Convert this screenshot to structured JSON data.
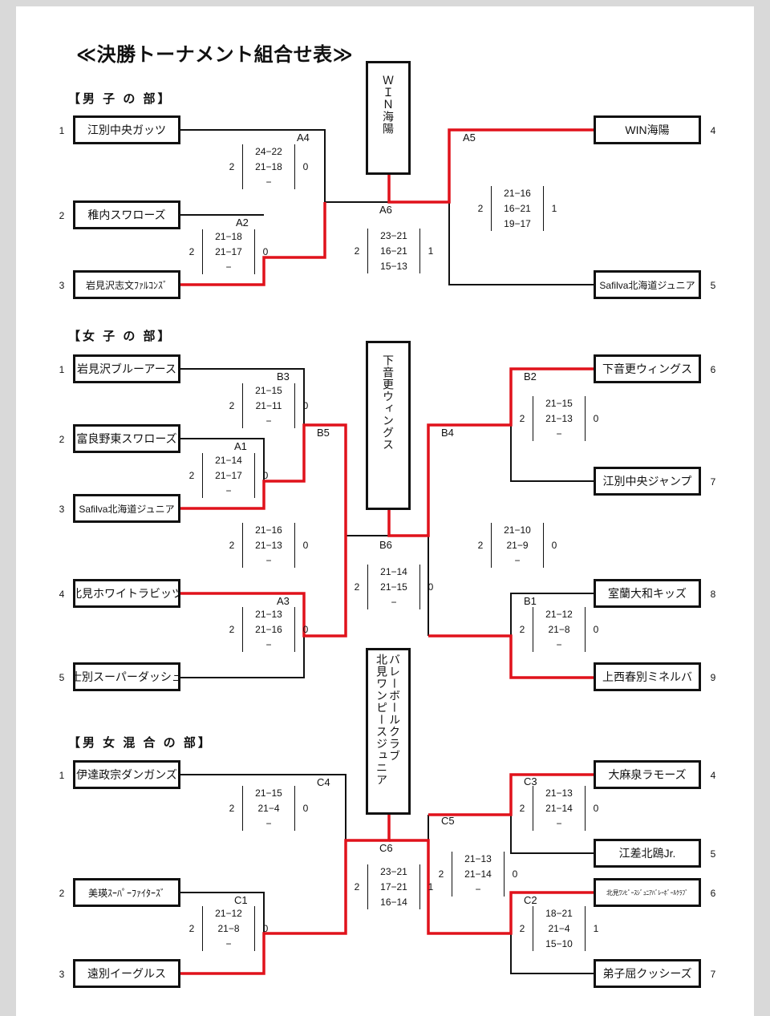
{
  "title": "≪決勝トーナメント組合せ表≫",
  "sections": {
    "boys": "【男 子 の 部】",
    "girls": "【女 子 の 部】",
    "mixed": "【男 女 混 合 の 部】"
  },
  "boys": {
    "teams": [
      {
        "seed": "1",
        "name": "江別中央ガッツ"
      },
      {
        "seed": "2",
        "name": "稚内スワローズ"
      },
      {
        "seed": "3",
        "name": "岩見沢志文ﾌｧﾙｺﾝｽﾞ"
      },
      {
        "seed": "4",
        "name": "WIN海陽"
      },
      {
        "seed": "5",
        "name": "Safilva北海道ジュニア"
      }
    ],
    "matches": {
      "A4": {
        "code": "A4",
        "left": "2",
        "sets": [
          "24−22",
          "21−18",
          "−"
        ],
        "right": "0"
      },
      "A2": {
        "code": "A2",
        "left": "2",
        "sets": [
          "21−18",
          "21−17",
          "−"
        ],
        "right": "0"
      },
      "A6": {
        "code": "A6",
        "left": "2",
        "sets": [
          "23−21",
          "16−21",
          "15−13"
        ],
        "right": "1"
      },
      "A5": {
        "code": "A5",
        "left": "2",
        "sets": [
          "21−16",
          "16−21",
          "19−17"
        ],
        "right": "1"
      }
    },
    "champion": "ＷＩＮ海陽"
  },
  "girls": {
    "teams": [
      {
        "seed": "1",
        "name": "岩見沢ブルーアース"
      },
      {
        "seed": "2",
        "name": "富良野東スワローズ"
      },
      {
        "seed": "3",
        "name": "Safilva北海道ジュニア"
      },
      {
        "seed": "4",
        "name": "北見ホワイトラビッツ"
      },
      {
        "seed": "5",
        "name": "士別スーパーダッシュ"
      },
      {
        "seed": "6",
        "name": "下音更ウィングス"
      },
      {
        "seed": "7",
        "name": "江別中央ジャンプ"
      },
      {
        "seed": "8",
        "name": "室蘭大和キッズ"
      },
      {
        "seed": "9",
        "name": "上西春別ミネルバ"
      }
    ],
    "matches": {
      "B3": {
        "code": "B3",
        "left": "2",
        "sets": [
          "21−15",
          "21−11",
          "−"
        ],
        "right": "0"
      },
      "A1": {
        "code": "A1",
        "left": "2",
        "sets": [
          "21−14",
          "21−17",
          "−"
        ],
        "right": "0"
      },
      "B5": {
        "code": "B5",
        "left": "2",
        "sets": [
          "21−16",
          "21−13",
          "−"
        ],
        "right": "0"
      },
      "A3": {
        "code": "A3",
        "left": "2",
        "sets": [
          "21−13",
          "21−16",
          "−"
        ],
        "right": "0"
      },
      "B6": {
        "code": "B6",
        "left": "2",
        "sets": [
          "21−14",
          "21−15",
          "−"
        ],
        "right": "0"
      },
      "B2": {
        "code": "B2",
        "left": "2",
        "sets": [
          "21−15",
          "21−13",
          "−"
        ],
        "right": "0"
      },
      "B4": {
        "code": "B4",
        "left": "2",
        "sets": [
          "21−10",
          "21−9",
          "−"
        ],
        "right": "0"
      },
      "B1": {
        "code": "B1",
        "left": "2",
        "sets": [
          "21−12",
          "21−8",
          "−"
        ],
        "right": "0"
      }
    },
    "champion": "下音更ウィングス"
  },
  "mixed": {
    "teams": [
      {
        "seed": "1",
        "name": "伊達政宗ダンガンズ"
      },
      {
        "seed": "2",
        "name": "美瑛ｽｰﾊﾟｰﾌｧｲﾀｰｽﾞ"
      },
      {
        "seed": "3",
        "name": "遠別イーグルス"
      },
      {
        "seed": "4",
        "name": "大麻泉ラモーズ"
      },
      {
        "seed": "5",
        "name": "江差北鴎Jr."
      },
      {
        "seed": "6",
        "name": "北見ﾜﾝﾋﾟｰｽｼﾞｭﾆｱﾊﾞﾚｰﾎﾞｰﾙｸﾗﾌﾞ"
      },
      {
        "seed": "7",
        "name": "弟子屈クッシーズ"
      }
    ],
    "matches": {
      "C4": {
        "code": "C4",
        "left": "2",
        "sets": [
          "21−15",
          "21−4",
          "−"
        ],
        "right": "0"
      },
      "C1": {
        "code": "C1",
        "left": "2",
        "sets": [
          "21−12",
          "21−8",
          "−"
        ],
        "right": "0"
      },
      "C6": {
        "code": "C6",
        "left": "2",
        "sets": [
          "23−21",
          "17−21",
          "16−14"
        ],
        "right": "1"
      },
      "C5": {
        "code": "C5",
        "left": "2",
        "sets": [
          "21−13",
          "21−14",
          "−"
        ],
        "right": "0"
      },
      "C3": {
        "code": "C3",
        "left": "2",
        "sets": [
          "21−13",
          "21−14",
          "−"
        ],
        "right": "0"
      },
      "C2": {
        "code": "C2",
        "left": "2",
        "sets": [
          "18−21",
          "21−4",
          "15−10"
        ],
        "right": "1"
      }
    },
    "champion_line1": "北見ワンピースジュニア",
    "champion_line2": "バレーボールクラブ"
  },
  "colors": {
    "winner_line": "#e0121b",
    "line": "#111111",
    "background": "#ffffff"
  }
}
